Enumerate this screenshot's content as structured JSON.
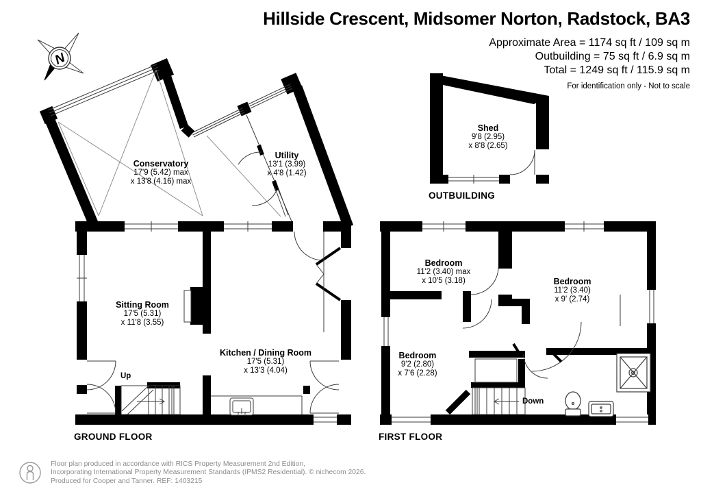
{
  "header": {
    "title": "Hillside Crescent, Midsomer Norton, Radstock, BA3",
    "area_line1": "Approximate Area = 1174 sq ft / 109 sq m",
    "area_line2": "Outbuilding = 75 sq ft / 6.9 sq m",
    "area_line3": "Total = 1249 sq ft / 115.9 sq m",
    "note": "For identification only - Not to scale"
  },
  "compass": {
    "north_label": "N"
  },
  "floors": {
    "ground": "GROUND FLOOR",
    "first": "FIRST FLOOR",
    "outbuilding": "OUTBUILDING"
  },
  "stairs": {
    "up": "Up",
    "down": "Down"
  },
  "rooms": {
    "conservatory": {
      "name": "Conservatory",
      "dim1": "17'9 (5.42) max",
      "dim2": "x 13'8 (4.16) max"
    },
    "utility": {
      "name": "Utility",
      "dim1": "13'1 (3.99)",
      "dim2": "x 4'8 (1.42)"
    },
    "sitting_room": {
      "name": "Sitting Room",
      "dim1": "17'5 (5.31)",
      "dim2": "x 11'8 (3.55)"
    },
    "kitchen": {
      "name": "Kitchen / Dining Room",
      "dim1": "17'5 (5.31)",
      "dim2": "x 13'3 (4.04)"
    },
    "shed": {
      "name": "Shed",
      "dim1": "9'8 (2.95)",
      "dim2": "x 8'8 (2.65)"
    },
    "bedroom1": {
      "name": "Bedroom",
      "dim1": "11'2 (3.40) max",
      "dim2": "x 10'5 (3.18)"
    },
    "bedroom2": {
      "name": "Bedroom",
      "dim1": "11'2 (3.40)",
      "dim2": "x 9' (2.74)"
    },
    "bedroom3": {
      "name": "Bedroom",
      "dim1": "9'2 (2.80)",
      "dim2": "x 7'6 (2.28)"
    }
  },
  "footer": {
    "line1": "Floor plan produced in accordance with RICS Property Measurement 2nd Edition,",
    "line2": "Incorporating International Property Measurement Standards (IPMS2 Residential).   © nichecom 2026.",
    "line3": "Produced for Cooper and Tanner.   REF: 1403215"
  },
  "colors": {
    "wall": "#000000",
    "thin_line": "#3a3a3a",
    "roof_line": "#909090",
    "footer_text": "#8c8c8c"
  }
}
